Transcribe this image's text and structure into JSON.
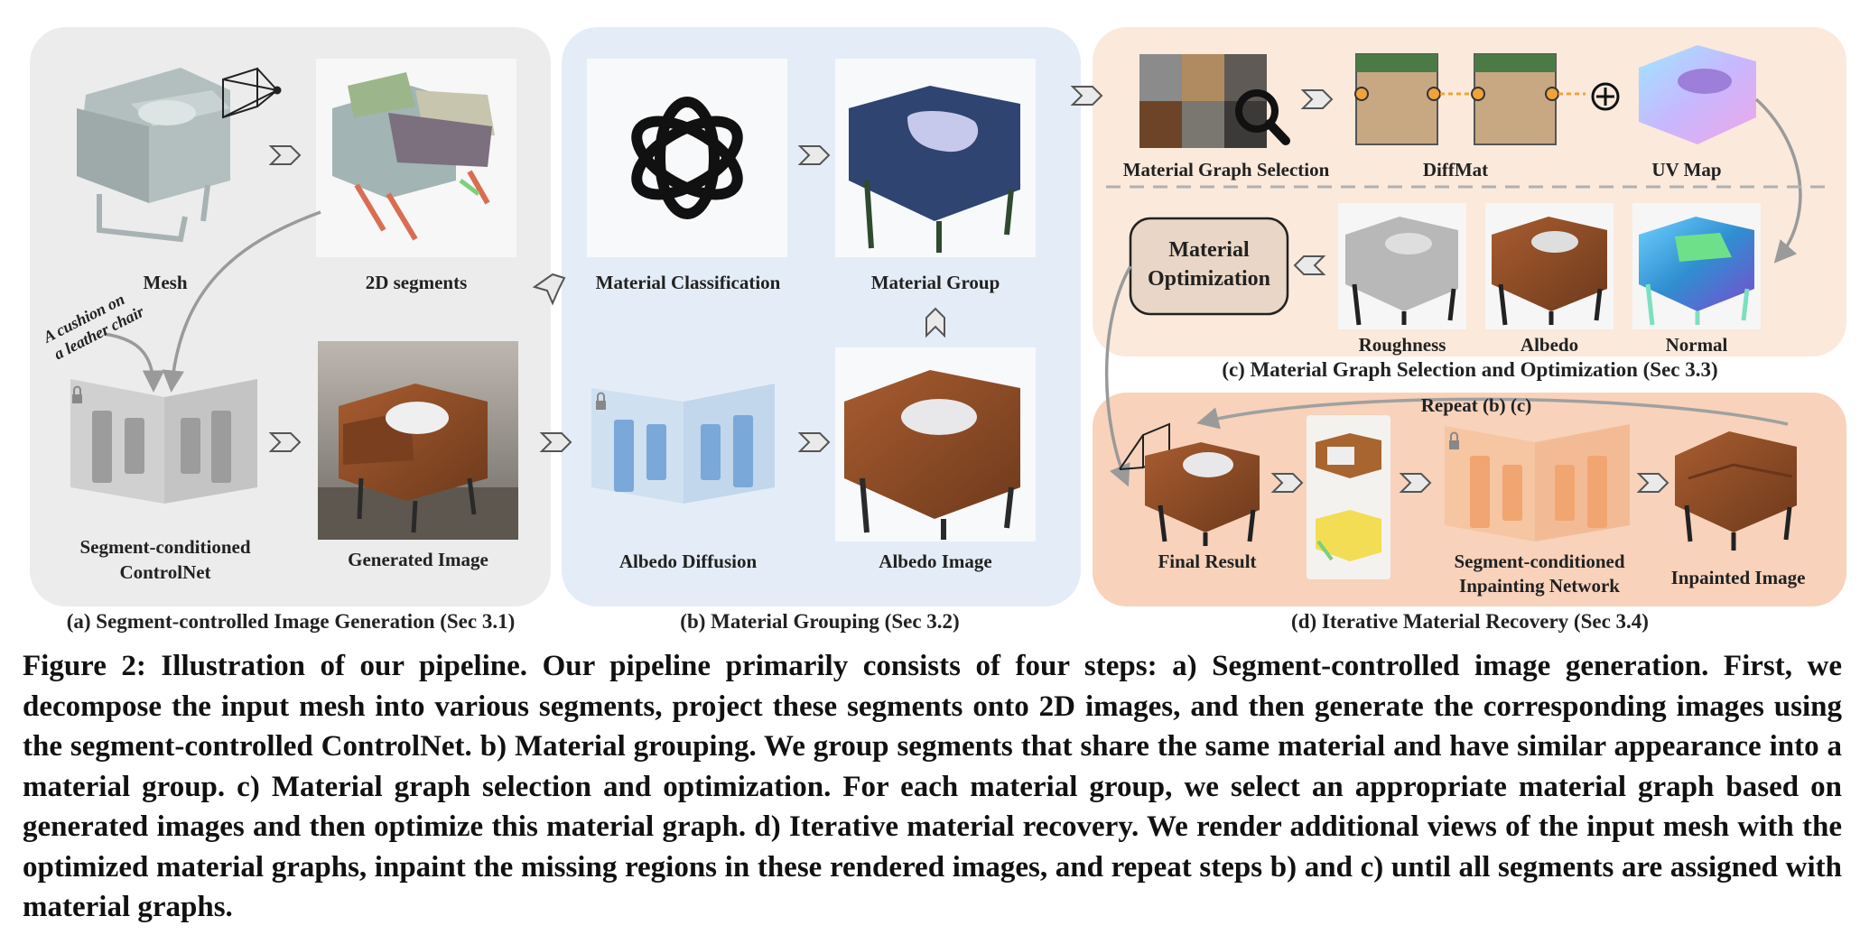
{
  "labels": {
    "mesh": "Mesh",
    "segments_2d": "2D segments",
    "prompt_line1": "A cushion on",
    "prompt_line2": "a leather chair",
    "controlnet_line1": "Segment-conditioned",
    "controlnet_line2": "ControlNet",
    "generated_image": "Generated Image",
    "material_classification": "Material Classification",
    "material_group": "Material Group",
    "albedo_diffusion": "Albedo Diffusion",
    "albedo_image": "Albedo Image",
    "material_graph_selection": "Material Graph Selection",
    "diffmat": "DiffMat",
    "uv_map": "UV Map",
    "material_optimization_line1": "Material",
    "material_optimization_line2": "Optimization",
    "roughness": "Roughness",
    "albedo": "Albedo",
    "normal": "Normal",
    "repeat": "Repeat (b) (c)",
    "final_result": "Final Result",
    "inpainting_line1": "Segment-conditioned",
    "inpainting_line2": "Inpainting Network",
    "inpainted_image": "Inpainted Image"
  },
  "sections": {
    "a": "(a) Segment-controlled Image Generation (Sec 3.1)",
    "b": "(b) Material Grouping (Sec 3.2)",
    "c": "(c) Material Graph Selection and Optimization (Sec 3.3)",
    "d": "(d) Iterative Material Recovery (Sec 3.4)"
  },
  "caption": "Figure 2: Illustration of our pipeline. Our pipeline primarily consists of four steps: a) Segment-controlled image generation. First, we decompose the input mesh into various segments, project these segments onto 2D images, and then generate the corresponding images using the segment-controlled ControlNet. b) Material grouping. We group segments that share the same material and have similar appearance into a material group. c) Material graph selection and optimization. For each material group, we select an appropriate material graph based on generated images and then optimize this material graph. d) Iterative material recovery. We render additional views of the input mesh with the optimized material graphs, inpaint the missing regions in these rendered images, and repeat steps b) and c) until all segments are assigned with material graphs.",
  "colors": {
    "panel_a": "#ededed",
    "panel_b": "#e4edf7",
    "panel_c": "#fbeade",
    "panel_d": "#f9d3bd",
    "leather": "#8a4a25",
    "mesh_gray": "#aeb8b8",
    "group_blue": "#2f4470"
  }
}
